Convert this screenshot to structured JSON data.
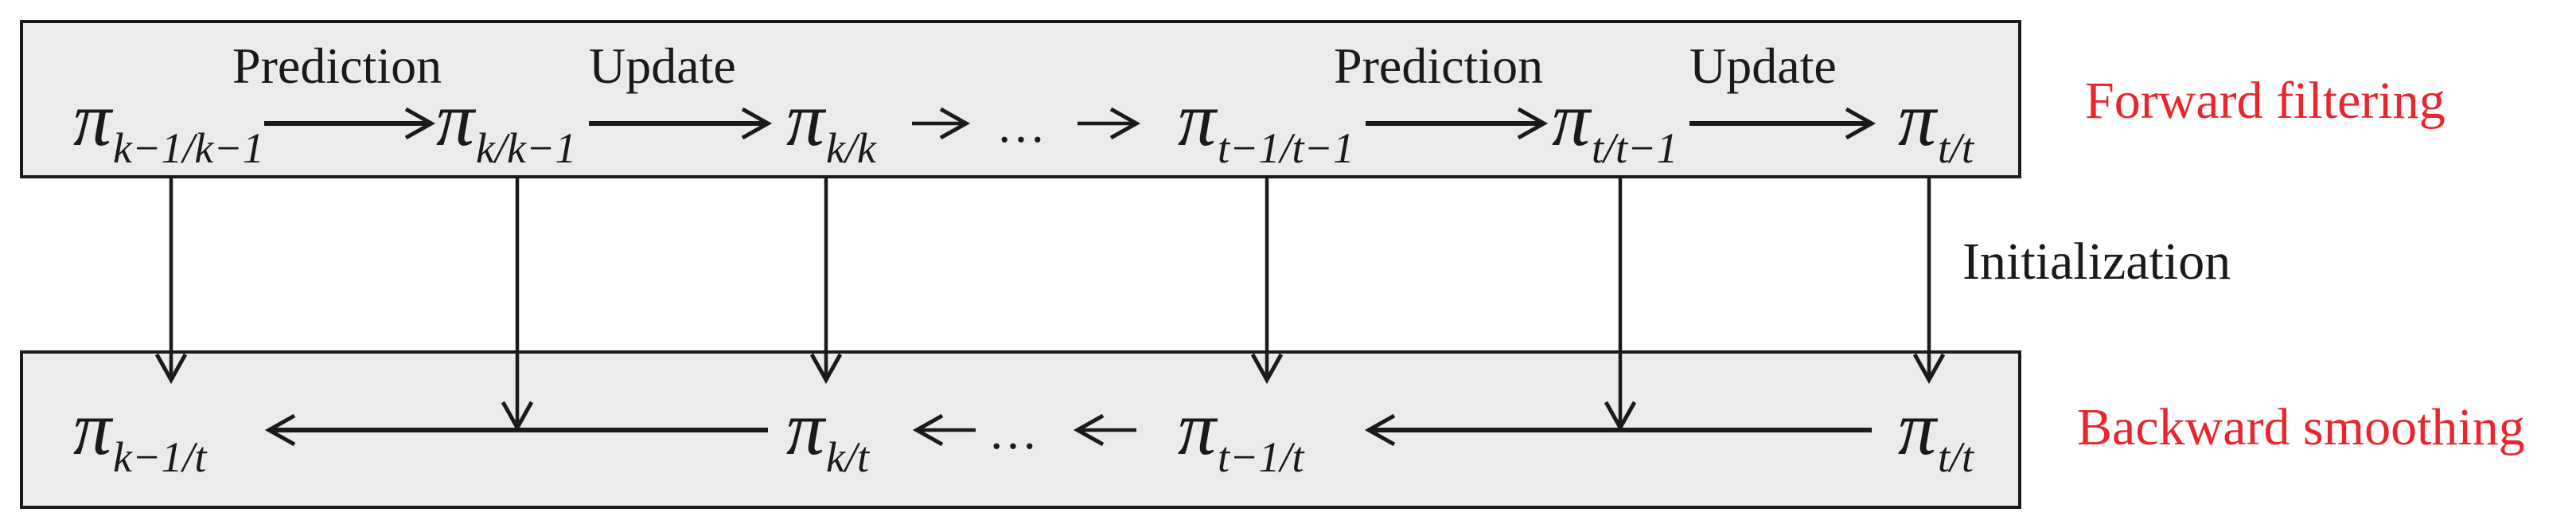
{
  "pi_symbol": "π",
  "forward_nodes": {
    "n1": "k−1/k−1",
    "n2": "k/k−1",
    "n3": "k/k",
    "n4": "t−1/t−1",
    "n5": "t/t−1",
    "n6": "t/t"
  },
  "backward_nodes": {
    "m1": "k−1/t",
    "m2": "k/t",
    "m3": "t−1/t",
    "m4": "t/t"
  },
  "labels": {
    "prediction_1": "Prediction",
    "update_1": "Update",
    "prediction_2": "Prediction",
    "update_2": "Update",
    "initialization": "Initialization",
    "ellipsis": "…",
    "forward_filtering": "Forward filtering",
    "backward_smoothing": "Backward smoothing"
  },
  "colors": {
    "box_fill": "#ebebeb",
    "stroke": "#1a1a1a",
    "accent_red": "#e8262c"
  }
}
